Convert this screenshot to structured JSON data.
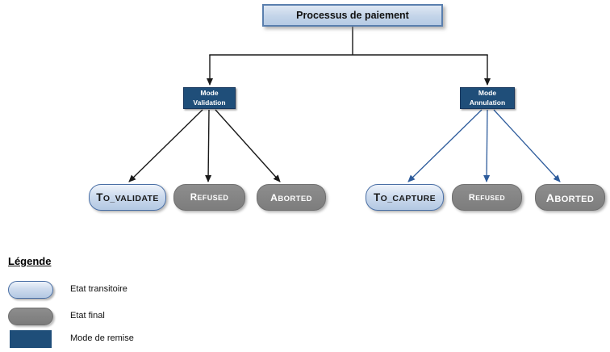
{
  "title_box": {
    "label": "Processus de paiement"
  },
  "branches": [
    {
      "mode": {
        "lines": [
          "Mode",
          "Validation"
        ]
      },
      "states": [
        {
          "label": "TO_VALIDATE",
          "kind": "transitional"
        },
        {
          "label": "REFUSED",
          "kind": "final"
        },
        {
          "label": "ABORTED",
          "kind": "final"
        }
      ]
    },
    {
      "mode": {
        "lines": [
          "Mode",
          "Annulation"
        ]
      },
      "states": [
        {
          "label": "TO_CAPTURE",
          "kind": "transitional"
        },
        {
          "label": "REFUSED",
          "kind": "final"
        },
        {
          "label": "ABORTED",
          "kind": "final"
        }
      ]
    }
  ],
  "legend": {
    "title": "Légende",
    "items": [
      {
        "label": "Etat transitoire",
        "swatch": "transitional-pill"
      },
      {
        "label": "Etat final",
        "swatch": "final-pill"
      },
      {
        "label": "Mode de remise",
        "swatch": "mode-rectangle"
      }
    ]
  },
  "colors": {
    "root_border": "#5a7fae",
    "root_fill": "#c3d4e9",
    "mode_fill": "#1f4e79",
    "transitional_fill": "#cddbee",
    "transitional_border": "#4a6fa5",
    "final_fill": "#7f7f7f",
    "arrow_dark": "#1a1a1a",
    "arrow_blue": "#2e5c9c"
  }
}
